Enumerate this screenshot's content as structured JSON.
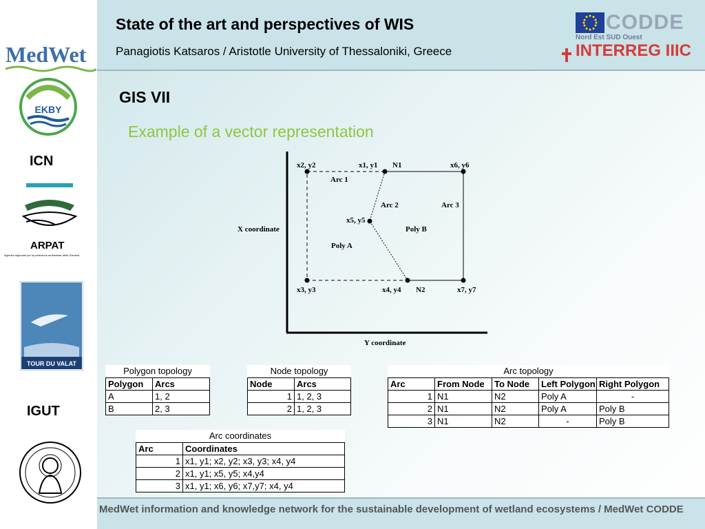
{
  "header": {
    "title": "State of the art and perspectives of WIS",
    "subtitle": "Panagiotis Katsaros / Aristotle University of Thessaloniki, Greece",
    "logo_codde": "CODDE",
    "logo_codde_tagline": "Nord Est SUD Ouest",
    "logo_interreg": "INTERREG IIIC"
  },
  "sidebar": {
    "medwet_logo": "MedWet",
    "ekby_logo": "EKBY",
    "icn_label": "ICN",
    "arpat_logo": "ARPAT",
    "arpat_tagline": "Agenzia regionale per la protezione ambientale della Toscana",
    "tourduvalat_logo": "TOUR DU VALAT",
    "igut_label": "IGUT"
  },
  "slide": {
    "section_title": "GIS VII",
    "heading": "Example of a vector representation"
  },
  "diagram": {
    "labels": {
      "x2y2": "x2, y2",
      "x1y1": "x1, y1",
      "n1": "N1",
      "x6y6": "x6, y6",
      "arc1": "Arc 1",
      "arc2": "Arc 2",
      "arc3": "Arc 3",
      "x5y5": "x5, y5",
      "xcoord": "X coordinate",
      "polyb": "Poly B",
      "polya": "Poly A",
      "x3y3": "x3, y3",
      "x4y4": "x4, y4",
      "n2": "N2",
      "x7y7": "x7, y7",
      "ycoord": "Y coordinate"
    }
  },
  "polygon_topology": {
    "caption": "Polygon topology",
    "headers": [
      "Polygon",
      "Arcs"
    ],
    "rows": [
      [
        "A",
        "1, 2"
      ],
      [
        "B",
        "2, 3"
      ]
    ]
  },
  "node_topology": {
    "caption": "Node topology",
    "headers": [
      "Node",
      "Arcs"
    ],
    "rows": [
      [
        "1",
        "1, 2, 3"
      ],
      [
        "2",
        "1, 2, 3"
      ]
    ]
  },
  "arc_topology": {
    "caption": "Arc topology",
    "headers": [
      "Arc",
      "From Node",
      "To Node",
      "Left Polygon",
      "Right Polygon"
    ],
    "rows": [
      [
        "1",
        "N1",
        "N2",
        "Poly A",
        "-"
      ],
      [
        "2",
        "N1",
        "N2",
        "Poly A",
        "Poly B"
      ],
      [
        "3",
        "N1",
        "N2",
        "-",
        "Poly B"
      ]
    ]
  },
  "arc_coordinates": {
    "caption": "Arc coordinates",
    "headers": [
      "Arc",
      "Coordinates"
    ],
    "rows": [
      [
        "1",
        "x1, y1; x2, y2; x3, y3; x4, y4"
      ],
      [
        "2",
        "x1, y1; x5, y5; x4,y4"
      ],
      [
        "3",
        "x1, y1; x6, y6; x7,y7; x4, y4"
      ]
    ]
  },
  "footer": {
    "text": "MedWet information and knowledge network for the sustainable development of wetland ecosystems / MedWet CODDE"
  },
  "colors": {
    "heading_green": "#8cc63f",
    "band_blue": "#c9e3e8",
    "interreg_red": "#d63b3b"
  }
}
